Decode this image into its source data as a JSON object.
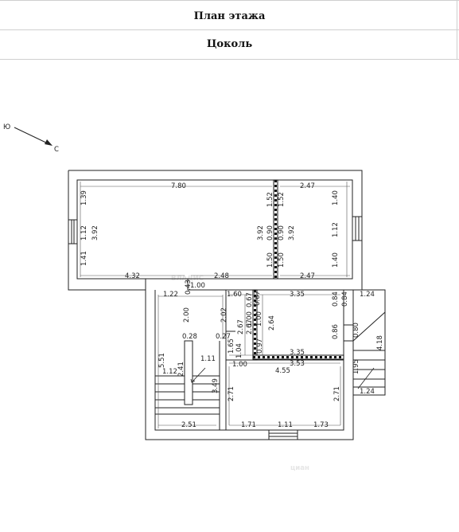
{
  "header": {
    "title": "План этажа",
    "subtitle": "Цоколь"
  },
  "compass": {
    "from_label": "Ю",
    "to_label": "С"
  },
  "watermarks": {
    "top": "ВЛАДИС",
    "bottom": "циан"
  },
  "dims": {
    "d780": "7.80",
    "d247a": "2.47",
    "d139": "1.39",
    "d112a": "1.12",
    "d392a": "3.92",
    "d141": "1.41",
    "d432": "4.32",
    "d248": "2.48",
    "d247b": "2.47",
    "d152a": "1.52",
    "d152b": "1.52",
    "d392b": "3.92",
    "d090a": "0.90",
    "d090b": "0.90",
    "d392c": "3.92",
    "d150a": "1.50",
    "d150b": "1.50",
    "d140a": "1.40",
    "d112b": "1.12",
    "d140b": "1.40",
    "d100a": "1.00",
    "d043": "0.43",
    "d122": "1.22",
    "d160": "1.60",
    "d335a": "3.35",
    "d124a": "1.24",
    "d200": "2.00",
    "d202": "2.02",
    "d267a": "2.67",
    "d267b": "2.67",
    "d264": "2.64",
    "d067a": "0.67",
    "d067b": "0.67",
    "d100b": "1.00",
    "d100c": "1.00",
    "d084a": "0.84",
    "d084b": "0.84",
    "d086": "0.86",
    "d080": "0.80",
    "d418": "4.18",
    "d028": "0.28",
    "d027": "0.27",
    "d165": "1.65",
    "d104": "1.04",
    "d097": "0.97",
    "d335b": "3.35",
    "d353": "3.53",
    "d455": "4.55",
    "d195": "1.95",
    "d551": "5.51",
    "d111a": "1.11",
    "d112c": "1.12",
    "d241": "2.41",
    "d349": "3.49",
    "d100d": "1.00",
    "d271a": "2.71",
    "d271b": "2.71",
    "d124b": "1.24",
    "d251": "2.51",
    "d171": "1.71",
    "d111b": "1.11",
    "d173": "1.73"
  }
}
